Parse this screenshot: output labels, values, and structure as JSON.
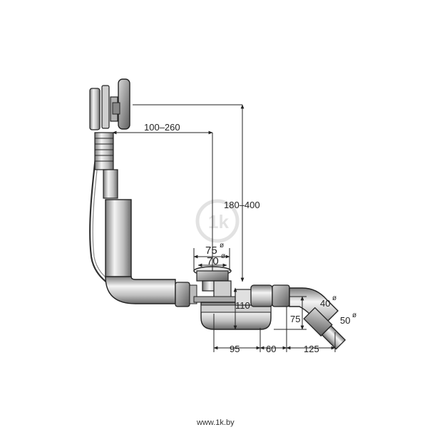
{
  "diagram": {
    "dimensions": {
      "horizontal_reach": "100–260",
      "vertical_reach": "180–400",
      "outer_diameter": "75",
      "inner_diameter": "70",
      "diameter_symbol": "ø",
      "trap_height": "110",
      "outlet_height": "75",
      "pipe_40": "40",
      "pipe_50": "50",
      "offset_95": "95",
      "offset_60": "60",
      "offset_125": "125"
    },
    "watermark_logo": "1k",
    "footer_url": "www.1k.by"
  }
}
